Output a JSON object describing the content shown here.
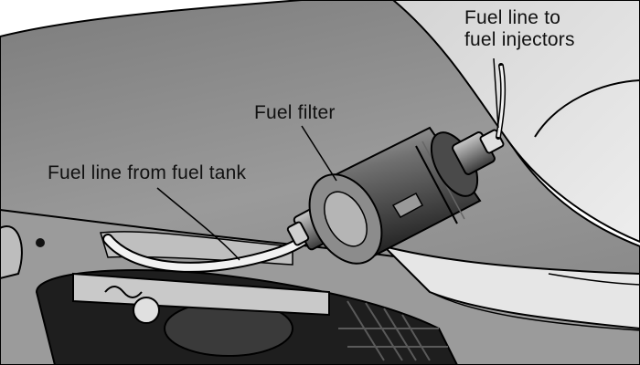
{
  "labels": {
    "fuel_line_to_injectors_line1": "Fuel line to",
    "fuel_line_to_injectors_line2": "fuel injectors",
    "fuel_filter": "Fuel filter",
    "fuel_line_from_tank": "Fuel line from fuel tank"
  },
  "colors": {
    "body_panel": "#8f8f8f",
    "body_shadow": "#6e6e6e",
    "filter_dark": "#2a2a2a",
    "filter_light": "#8a8a8a",
    "fuel_line": "#f2f2f2",
    "tire": "#1e1e1e",
    "outline": "#000000"
  }
}
